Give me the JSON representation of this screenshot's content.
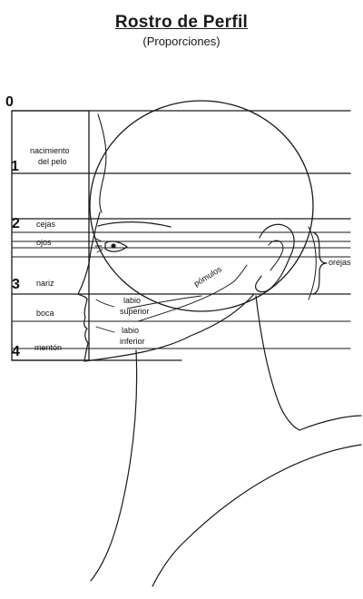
{
  "title": "Rostro de Perfil",
  "subtitle": "(Proporciones)",
  "scale": {
    "numbers": [
      "0",
      "1",
      "2",
      "3",
      "4"
    ]
  },
  "labels": {
    "hairline": [
      "nacimiento",
      "del pelo"
    ],
    "eyebrows": "cejas",
    "eyes": "ojos",
    "nose": "nariz",
    "mouth": "boca",
    "chin": "mentón",
    "upper_lip": [
      "labio",
      "superior"
    ],
    "lower_lip": [
      "labio",
      "inferior"
    ],
    "cheekbones": "pómulos",
    "ears": "orejas"
  }
}
